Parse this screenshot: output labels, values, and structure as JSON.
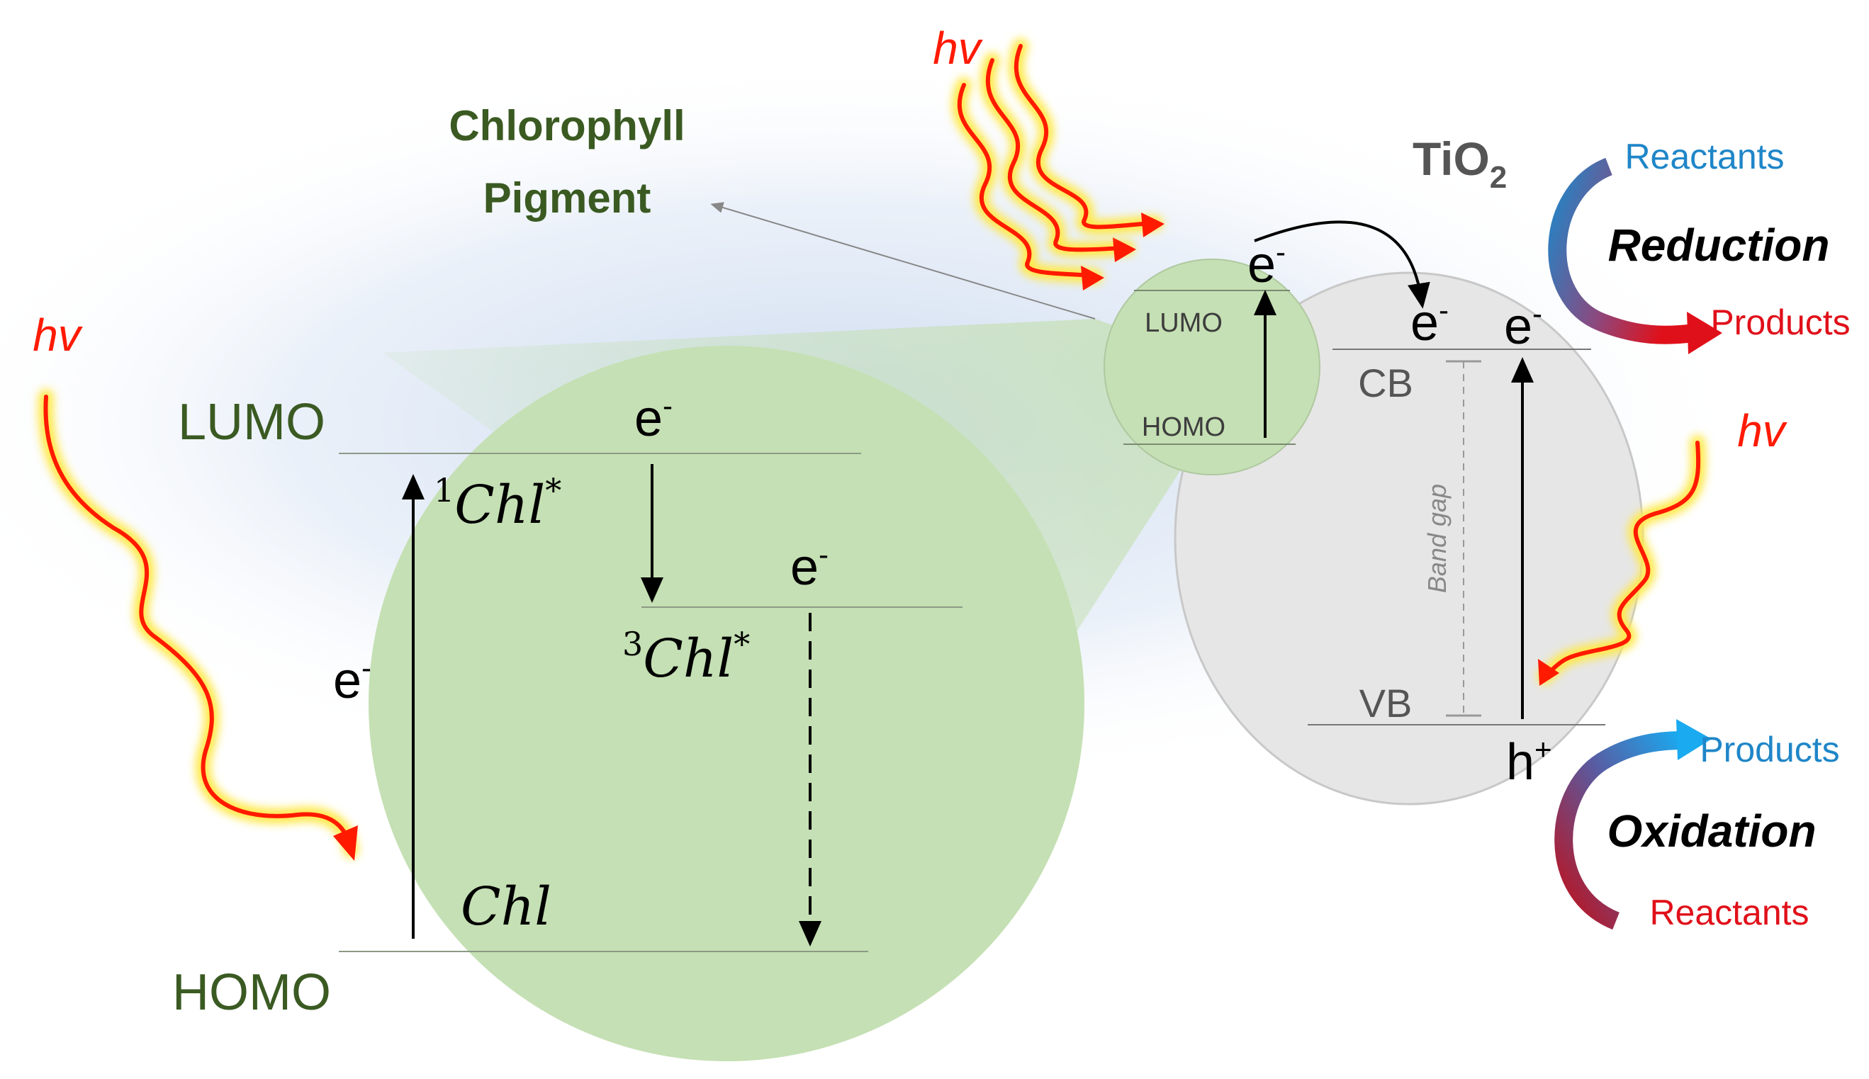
{
  "colors": {
    "pigment_green": "#c5e0b4",
    "tio2_grey": "#e6e6e6",
    "title_green": "#3a5a22",
    "photon_red": "#ff1a00",
    "photon_glow": "#ffe94d",
    "reduction_blue": "#1f86c8",
    "product_red": "#e0101a",
    "oxidation_blue": "#1aaaf0",
    "background_haze": "#d6e2f3"
  },
  "icons": [
    "photon-wave-arrow",
    "curved-reaction-arrow",
    "electron-transfer-arrow"
  ],
  "pigment": {
    "title_line1": "Chlorophyll",
    "title_line2": "Pigment"
  },
  "zoom": {
    "lumo_label": "LUMO",
    "homo_label": "HOMO",
    "photon_label": "hv",
    "electron_left": "e",
    "electron_top": "e",
    "electron_mid": "e",
    "electron_superscript": "-",
    "singlet_prefix": "1",
    "singlet_label": "Chl",
    "singlet_star": "*",
    "triplet_prefix": "3",
    "triplet_label": "Chl",
    "triplet_star": "*",
    "ground_label": "Chl"
  },
  "small_pigment": {
    "lumo_label": "LUMO",
    "homo_label": "HOMO",
    "electron": "e",
    "electron_superscript": "-"
  },
  "tio2": {
    "title_main": "TiO",
    "title_sub": "2",
    "cb_label": "CB",
    "vb_label": "VB",
    "band_gap_label": "Band gap",
    "electron_injected": "e",
    "electron_excited": "e",
    "electron_superscript": "-",
    "hole": "h",
    "hole_superscript": "+",
    "photon_top_label": "hv",
    "photon_right_label": "hv"
  },
  "reduction": {
    "label": "Reduction",
    "reactants": "Reactants",
    "products": "Products"
  },
  "oxidation": {
    "label": "Oxidation",
    "products": "Products",
    "reactants": "Reactants"
  }
}
